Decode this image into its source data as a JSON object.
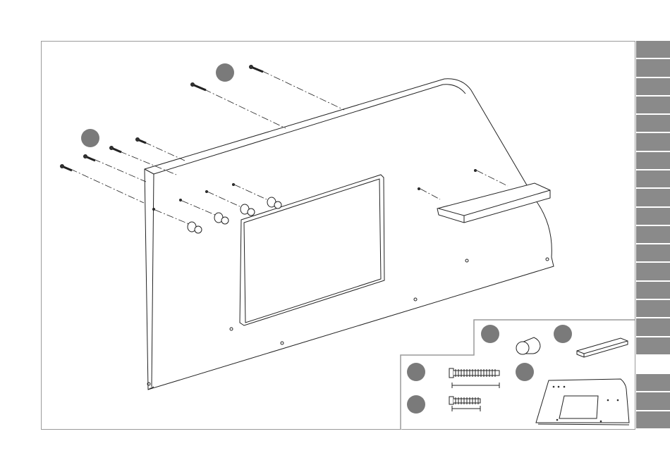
{
  "colors": {
    "frame": "#9a9a9a",
    "tab": "#8a8a8a",
    "tab_active": "#ffffff",
    "callout": "#7a7a7a",
    "line": "#222222"
  },
  "step_tabs": {
    "count": 21,
    "active_index": 17
  },
  "parts_inset": {
    "callouts": [
      {
        "part": "knob-peg",
        "icon": "knob-icon"
      },
      {
        "part": "shelf-board",
        "icon": "shelf-icon"
      },
      {
        "part": "long-screw",
        "icon": "long-screw-icon"
      },
      {
        "part": "back-panel",
        "icon": "panel-icon"
      },
      {
        "part": "short-screw",
        "icon": "short-screw-icon"
      }
    ]
  },
  "assembly": {
    "callouts": [
      {
        "part": "long-screw"
      },
      {
        "part": "short-screw"
      }
    ]
  }
}
